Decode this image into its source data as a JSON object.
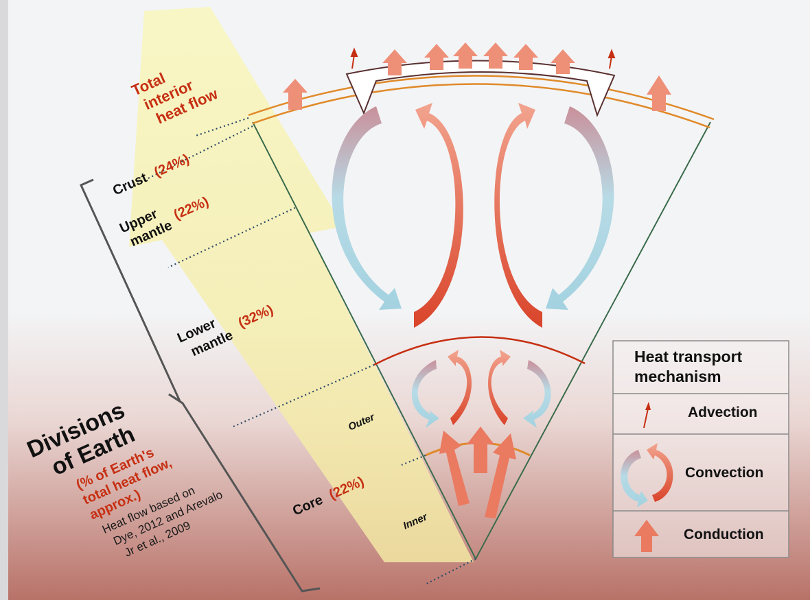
{
  "title": {
    "line1": "Divisions",
    "line2": "of Earth"
  },
  "subtitle": {
    "line1": "(% of Earth's",
    "line2": "total heat flow,",
    "line3": "approx.)"
  },
  "source": {
    "line1": "Heat flow based on",
    "line2": "Dye, 2012 and Arevalo",
    "line3": "Jr et al., 2009"
  },
  "total_flow": {
    "line1": "Total",
    "line2": "interior",
    "line3": "heat flow"
  },
  "layers": {
    "crust": {
      "name": "Crust",
      "pct": "(24%)"
    },
    "upper_mantle": {
      "line1": "Upper",
      "line2": "mantle",
      "pct": "(22%)"
    },
    "lower_mantle": {
      "line1": "Lower",
      "line2": "mantle",
      "pct": "(32%)"
    },
    "core": {
      "name": "Core",
      "pct": "(22%)",
      "outer": "Outer",
      "inner": "Inner"
    }
  },
  "legend": {
    "title_line1": "Heat transport",
    "title_line2": "mechanism",
    "items": [
      {
        "label": "Advection",
        "icon": "advection-arrow-icon"
      },
      {
        "label": "Convection",
        "icon": "convection-arrows-icon"
      },
      {
        "label": "Conduction",
        "icon": "conduction-arrow-icon"
      }
    ]
  },
  "colors": {
    "heat_red": "#c62f12",
    "warm_arrow": "#ea8a70",
    "cool_arrow": "#a8d6e4",
    "highlight": "#f7f5b8"
  }
}
